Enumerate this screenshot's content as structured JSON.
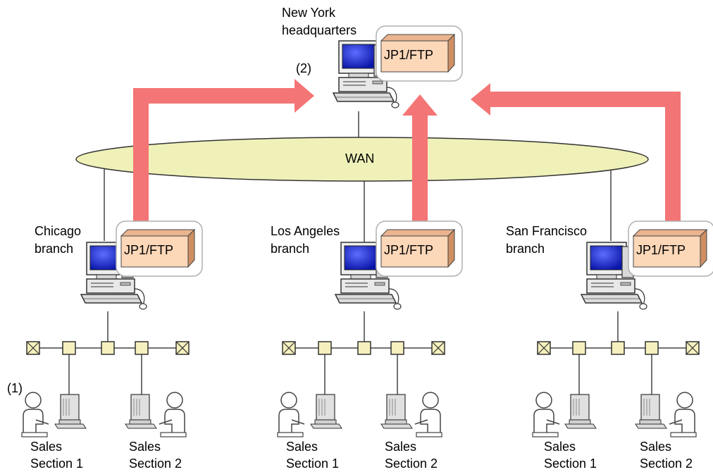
{
  "headquarters": {
    "line1": "New York",
    "line2": "headquarters",
    "product": "JP1/FTP",
    "marker": "(2)"
  },
  "wan": {
    "label": "WAN"
  },
  "branches": [
    {
      "line1": "Chicago",
      "line2": "branch",
      "product": "JP1/FTP"
    },
    {
      "line1": "Los Angeles",
      "line2": "branch",
      "product": "JP1/FTP"
    },
    {
      "line1": "San Francisco",
      "line2": "branch",
      "product": "JP1/FTP"
    }
  ],
  "section_labels": [
    {
      "line1": "Sales",
      "line2": "Section 1"
    },
    {
      "line1": "Sales",
      "line2": "Section 2"
    }
  ],
  "user_marker": "(1)",
  "colors": {
    "arrow": "#f47575",
    "wan_fill": "#eff1b9",
    "box_front": "#fcd7b8",
    "box_top": "#eab48f",
    "box_side": "#cf8f63",
    "monitor_screen": "#1f2fd6",
    "node_fill": "#f5f0bd"
  }
}
